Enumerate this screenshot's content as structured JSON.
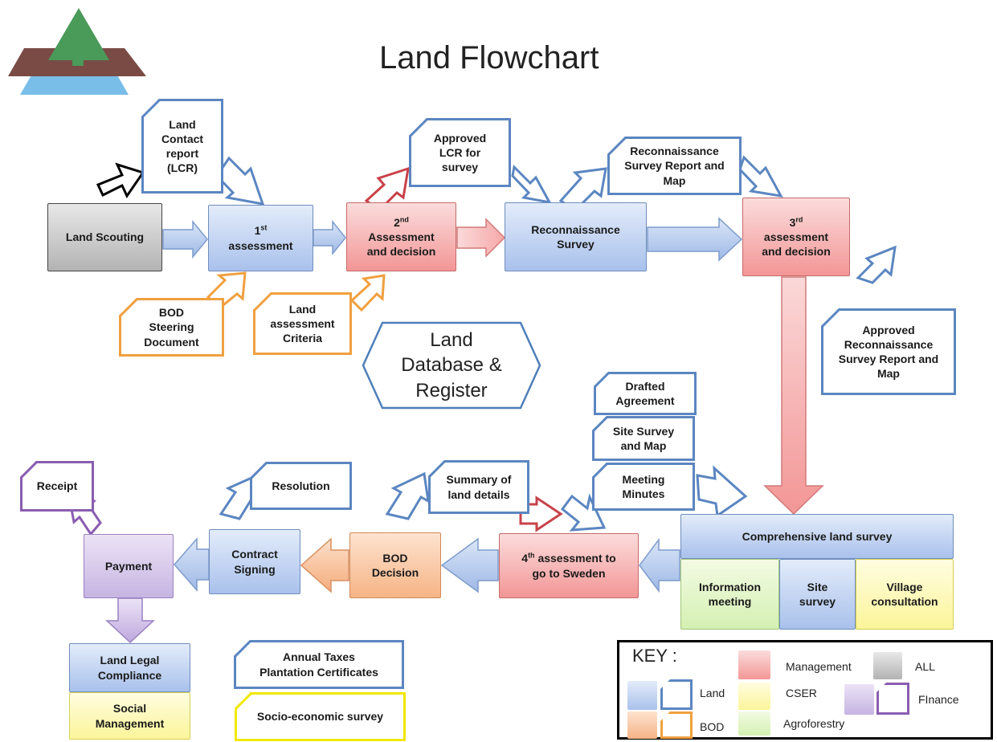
{
  "title": "Land Flowchart",
  "database": "Land\nDatabase &\nRegister",
  "boxes": {
    "land_scouting": "Land Scouting",
    "first_assessment_ord": "1",
    "first_assessment_sup": "st",
    "first_assessment_rest": "assessment",
    "second_assessment_ord": "2",
    "second_assessment_sup": "nd",
    "second_assessment_rest": "Assessment\nand decision",
    "recon_survey": "Reconnaissance\nSurvey",
    "third_assessment_ord": "3",
    "third_assessment_sup": "rd",
    "third_assessment_rest": "assessment\nand decision",
    "comprehensive_survey": "Comprehensive land survey",
    "information_meeting": "Information\nmeeting",
    "site_survey": "Site\nsurvey",
    "village_consultation": "Village\nconsultation",
    "fourth_assessment_ord": "4",
    "fourth_assessment_sup": "th",
    "fourth_assessment_rest": " assessment to\ngo to Sweden",
    "bod_decision": "BOD\nDecision",
    "contract_signing": "Contract\nSigning",
    "payment": "Payment",
    "land_legal": "Land Legal\nCompliance",
    "social_management": "Social\nManagement"
  },
  "documents": {
    "lcr": "Land\nContact\nreport\n(LCR)",
    "bod_steering": "BOD\nSteering\nDocument",
    "land_criteria": "Land\nassessment\nCriteria",
    "approved_lcr": "Approved\nLCR  for\nsurvey",
    "recon_report": "Reconnaissance\nSurvey Report and\nMap",
    "approved_recon": "Approved\nReconnaissance\nSurvey Report and\nMap",
    "drafted_agreement": "Drafted\nAgreement",
    "site_survey_map": "Site Survey\nand Map",
    "meeting_minutes": "Meeting\nMinutes",
    "summary": "Summary of\nland details",
    "resolution": "Resolution",
    "receipt": "Receipt",
    "annual_taxes": "Annual Taxes\nPlantation Certificates",
    "socio_economic": "Socio-economic survey"
  },
  "key": {
    "title": "KEY :",
    "land": "Land",
    "bod": "BOD",
    "management": "Management",
    "all": "ALL",
    "cser": "CSER",
    "agroforestry": "Agroforestry",
    "finance": "FInance"
  },
  "colors": {
    "land": "#a9c1ec",
    "management": "#f39696",
    "all": "#b3b3b3",
    "bod": "#f6b486",
    "finance": "#c6b4e2",
    "agroforestry": "#d4f0b2",
    "cser": "#fbf59a"
  }
}
